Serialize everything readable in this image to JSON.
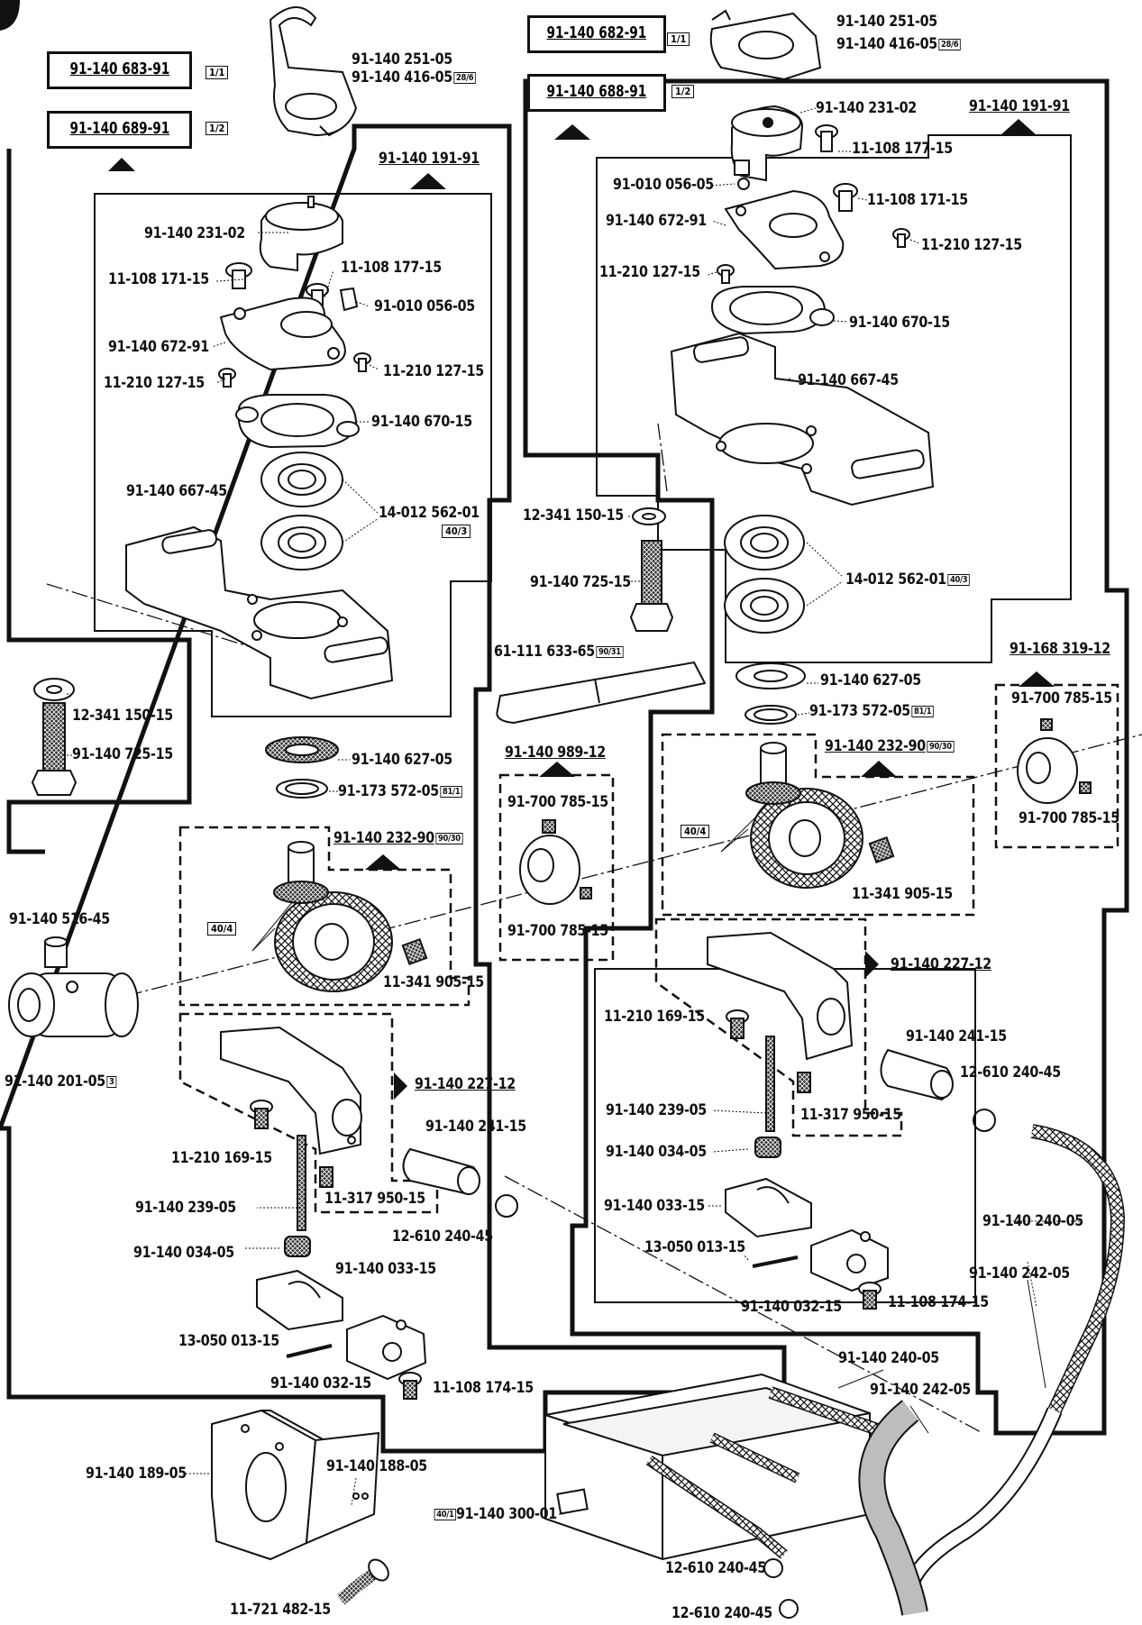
{
  "assemblies": {
    "left_upper": "91-140 683-91",
    "left_upper_qty": "1/1",
    "left_lower": "91-140 689-91",
    "left_lower_qty": "1/2",
    "right_upper": "91-140 682-91",
    "right_upper_qty": "1/1",
    "right_lower": "91-140 688-91",
    "right_lower_qty": "1/2"
  },
  "group_headers": {
    "left_191": "91-140 191-91",
    "right_191": "91-140 191-91",
    "left_227": "91-140 227-12",
    "right_227": "91-140 227-12",
    "left_232": "91-140 232-90",
    "left_232_ref": "90/30",
    "right_232": "91-140 232-90",
    "right_232_ref": "90/30",
    "center_989": "91-140 989-12",
    "right_319": "91-168 319-12"
  },
  "labels": {
    "l_251": "91-140 251-05",
    "l_416": "91-140 416-05",
    "l_416_ref": "28/6",
    "r_251": "91-140 251-05",
    "r_416": "91-140 416-05",
    "r_416_ref": "28/6",
    "l_231": "91-140 231-02",
    "l_171": "11-108 171-15",
    "l_177": "11-108 177-15",
    "l_056": "91-010 056-05",
    "l_672": "91-140 672-91",
    "l_127a": "11-210 127-15",
    "l_127b": "11-210 127-15",
    "l_670": "91-140 670-15",
    "l_562": "14-012 562-01",
    "l_562_ref": "40/3",
    "l_667": "91-140 667-45",
    "r_231": "91-140 231-02",
    "r_177": "11-108 177-15",
    "r_056": "91-010 056-05",
    "r_171": "11-108 171-15",
    "r_672": "91-140 672-91",
    "r_127a": "11-210 127-15",
    "r_127b": "11-210 127-15",
    "r_670": "91-140 670-15",
    "r_667": "91-140 667-45",
    "r_562": "14-012 562-01",
    "r_562_ref": "40/3",
    "c_150": "12-341 150-15",
    "c_725": "91-140 725-15",
    "c_633": "61-111 633-65",
    "c_633_ref": "90/31",
    "l_150": "12-341 150-15",
    "l_725": "91-140 725-15",
    "l_627": "91-140 627-05",
    "l_572": "91-173 572-05",
    "l_572_ref": "81/1",
    "r_627": "91-140 627-05",
    "r_572": "91-173 572-05",
    "r_572_ref": "81/1",
    "c_785a": "91-700 785-15",
    "c_785b": "91-700 785-15",
    "rr_785a": "91-700 785-15",
    "rr_785b": "91-700 785-15",
    "l_gear_ref": "40/4",
    "r_gear_ref": "40/4",
    "l_905": "11-341 905-15",
    "r_905": "11-341 905-15",
    "l_516": "91-140 516-45",
    "l_201": "91-140 201-05",
    "l_201_ref": "3",
    "l_169": "11-210 169-15",
    "l_950": "11-317 950-15",
    "l_241": "91-140 241-15",
    "l_239": "91-140 239-05",
    "l_610": "12-610 240-45",
    "l_034": "91-140 034-05",
    "l_033": "91-140 033-15",
    "l_013": "13-050 013-15",
    "l_032": "91-140 032-15",
    "l_174": "11-108 174-15",
    "r_169": "11-210 169-15",
    "r_241": "91-140 241-15",
    "r_610": "12-610 240-45",
    "r_239": "91-140 239-05",
    "r_950": "11-317 950-15",
    "r_034": "91-140 034-05",
    "r_033": "91-140 033-15",
    "r_013": "13-050 013-15",
    "r_032": "91-140 032-15",
    "r_174": "11-108 174-15",
    "r_240": "91-140 240-05",
    "r_242": "91-140 242-05",
    "b_240": "91-140 240-05",
    "b_242": "91-140 242-05",
    "b_189": "91-140 189-05",
    "b_188": "91-140 188-05",
    "b_300_ref": "40/1",
    "b_300": "91-140 300-01",
    "b_610a": "12-610 240-45",
    "b_610b": "12-610 240-45",
    "b_482": "11-721 482-15"
  },
  "colors": {
    "ink": "#111111",
    "paper": "#ffffff",
    "shade": "#cfcfcf"
  }
}
